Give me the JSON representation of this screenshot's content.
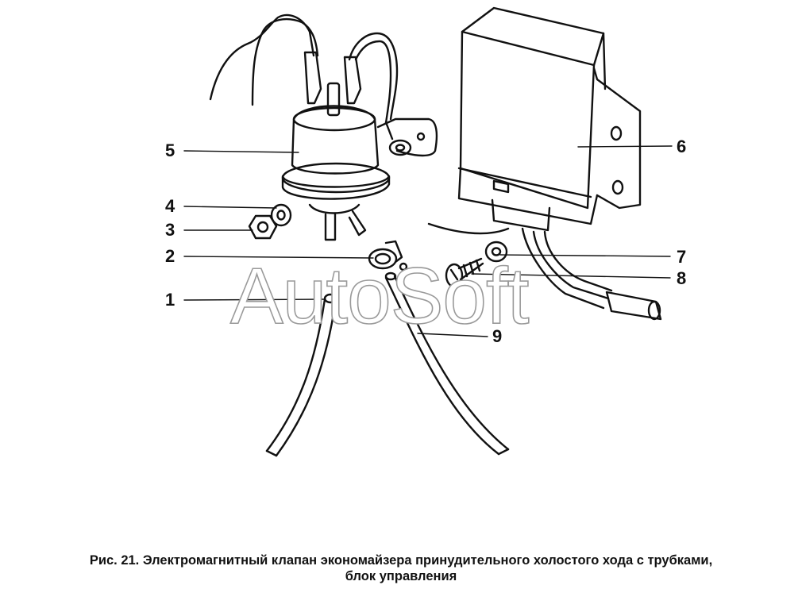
{
  "figure": {
    "callouts": {
      "c1": "1",
      "c2": "2",
      "c3": "3",
      "c4": "4",
      "c5": "5",
      "c6": "6",
      "c7": "7",
      "c8": "8",
      "c9": "9"
    },
    "watermark": "AutoSoft",
    "caption_line1": "Рис. 21. Электромагнитный клапан экономайзера принудительного холостого хода с трубками,",
    "caption_line2": "блок управления"
  },
  "colors": {
    "ink": "#111111",
    "paper": "#ffffff",
    "watermark_outline": "#9a9a9a"
  }
}
